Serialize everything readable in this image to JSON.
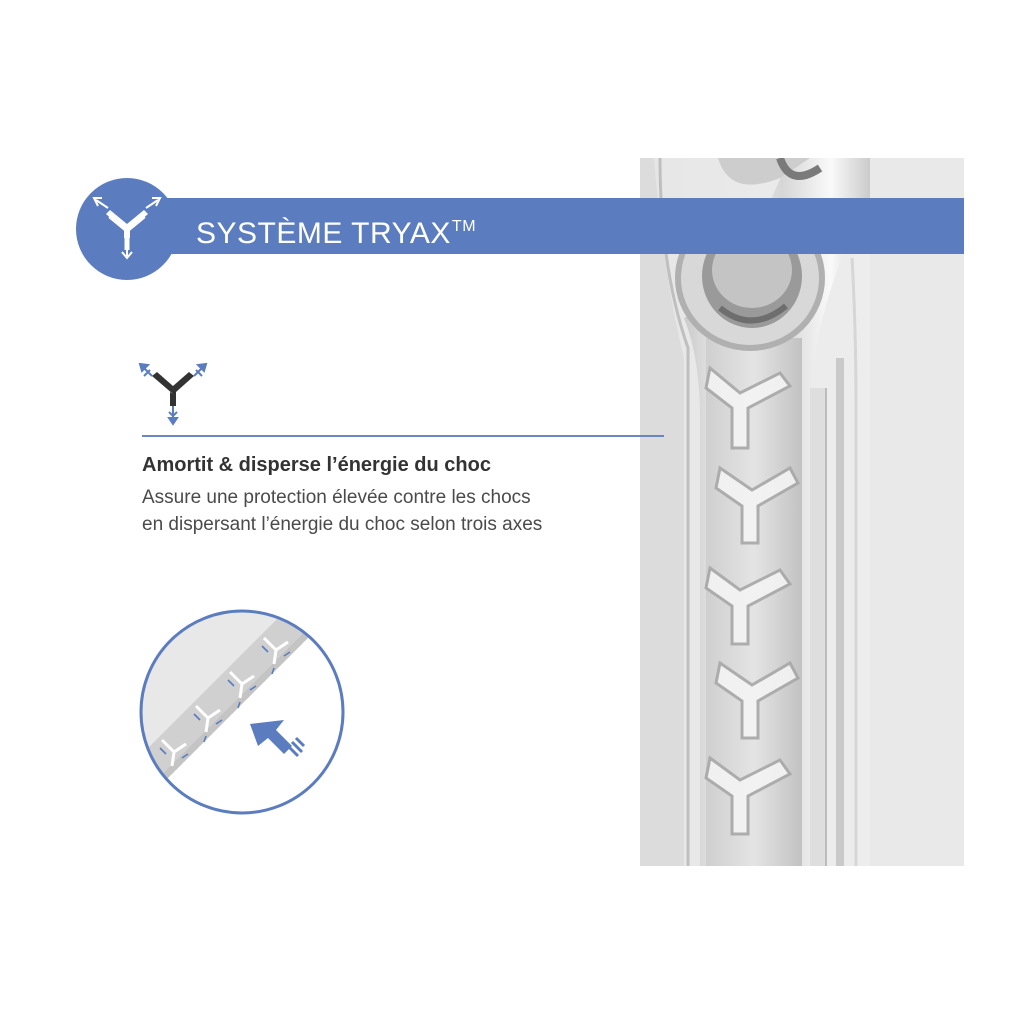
{
  "banner": {
    "title": "SYSTÈME TRYAX",
    "trademark": "TM"
  },
  "feature": {
    "heading": "Amortit & disperse l’énergie du choc",
    "line1": "Assure une protection élevée contre les chocs",
    "line2": "en dispersant l’énergie du choc selon trois axes"
  },
  "icons": {
    "badge": "tryax-three-axis-icon",
    "feature": "three-axis-dispersion-icon",
    "detail": "impact-arrow-icon"
  },
  "colors": {
    "accent": "#5b7dbf",
    "text_dark": "#333333",
    "text_body": "#4a4a4a",
    "divider": "#6a87c4"
  }
}
